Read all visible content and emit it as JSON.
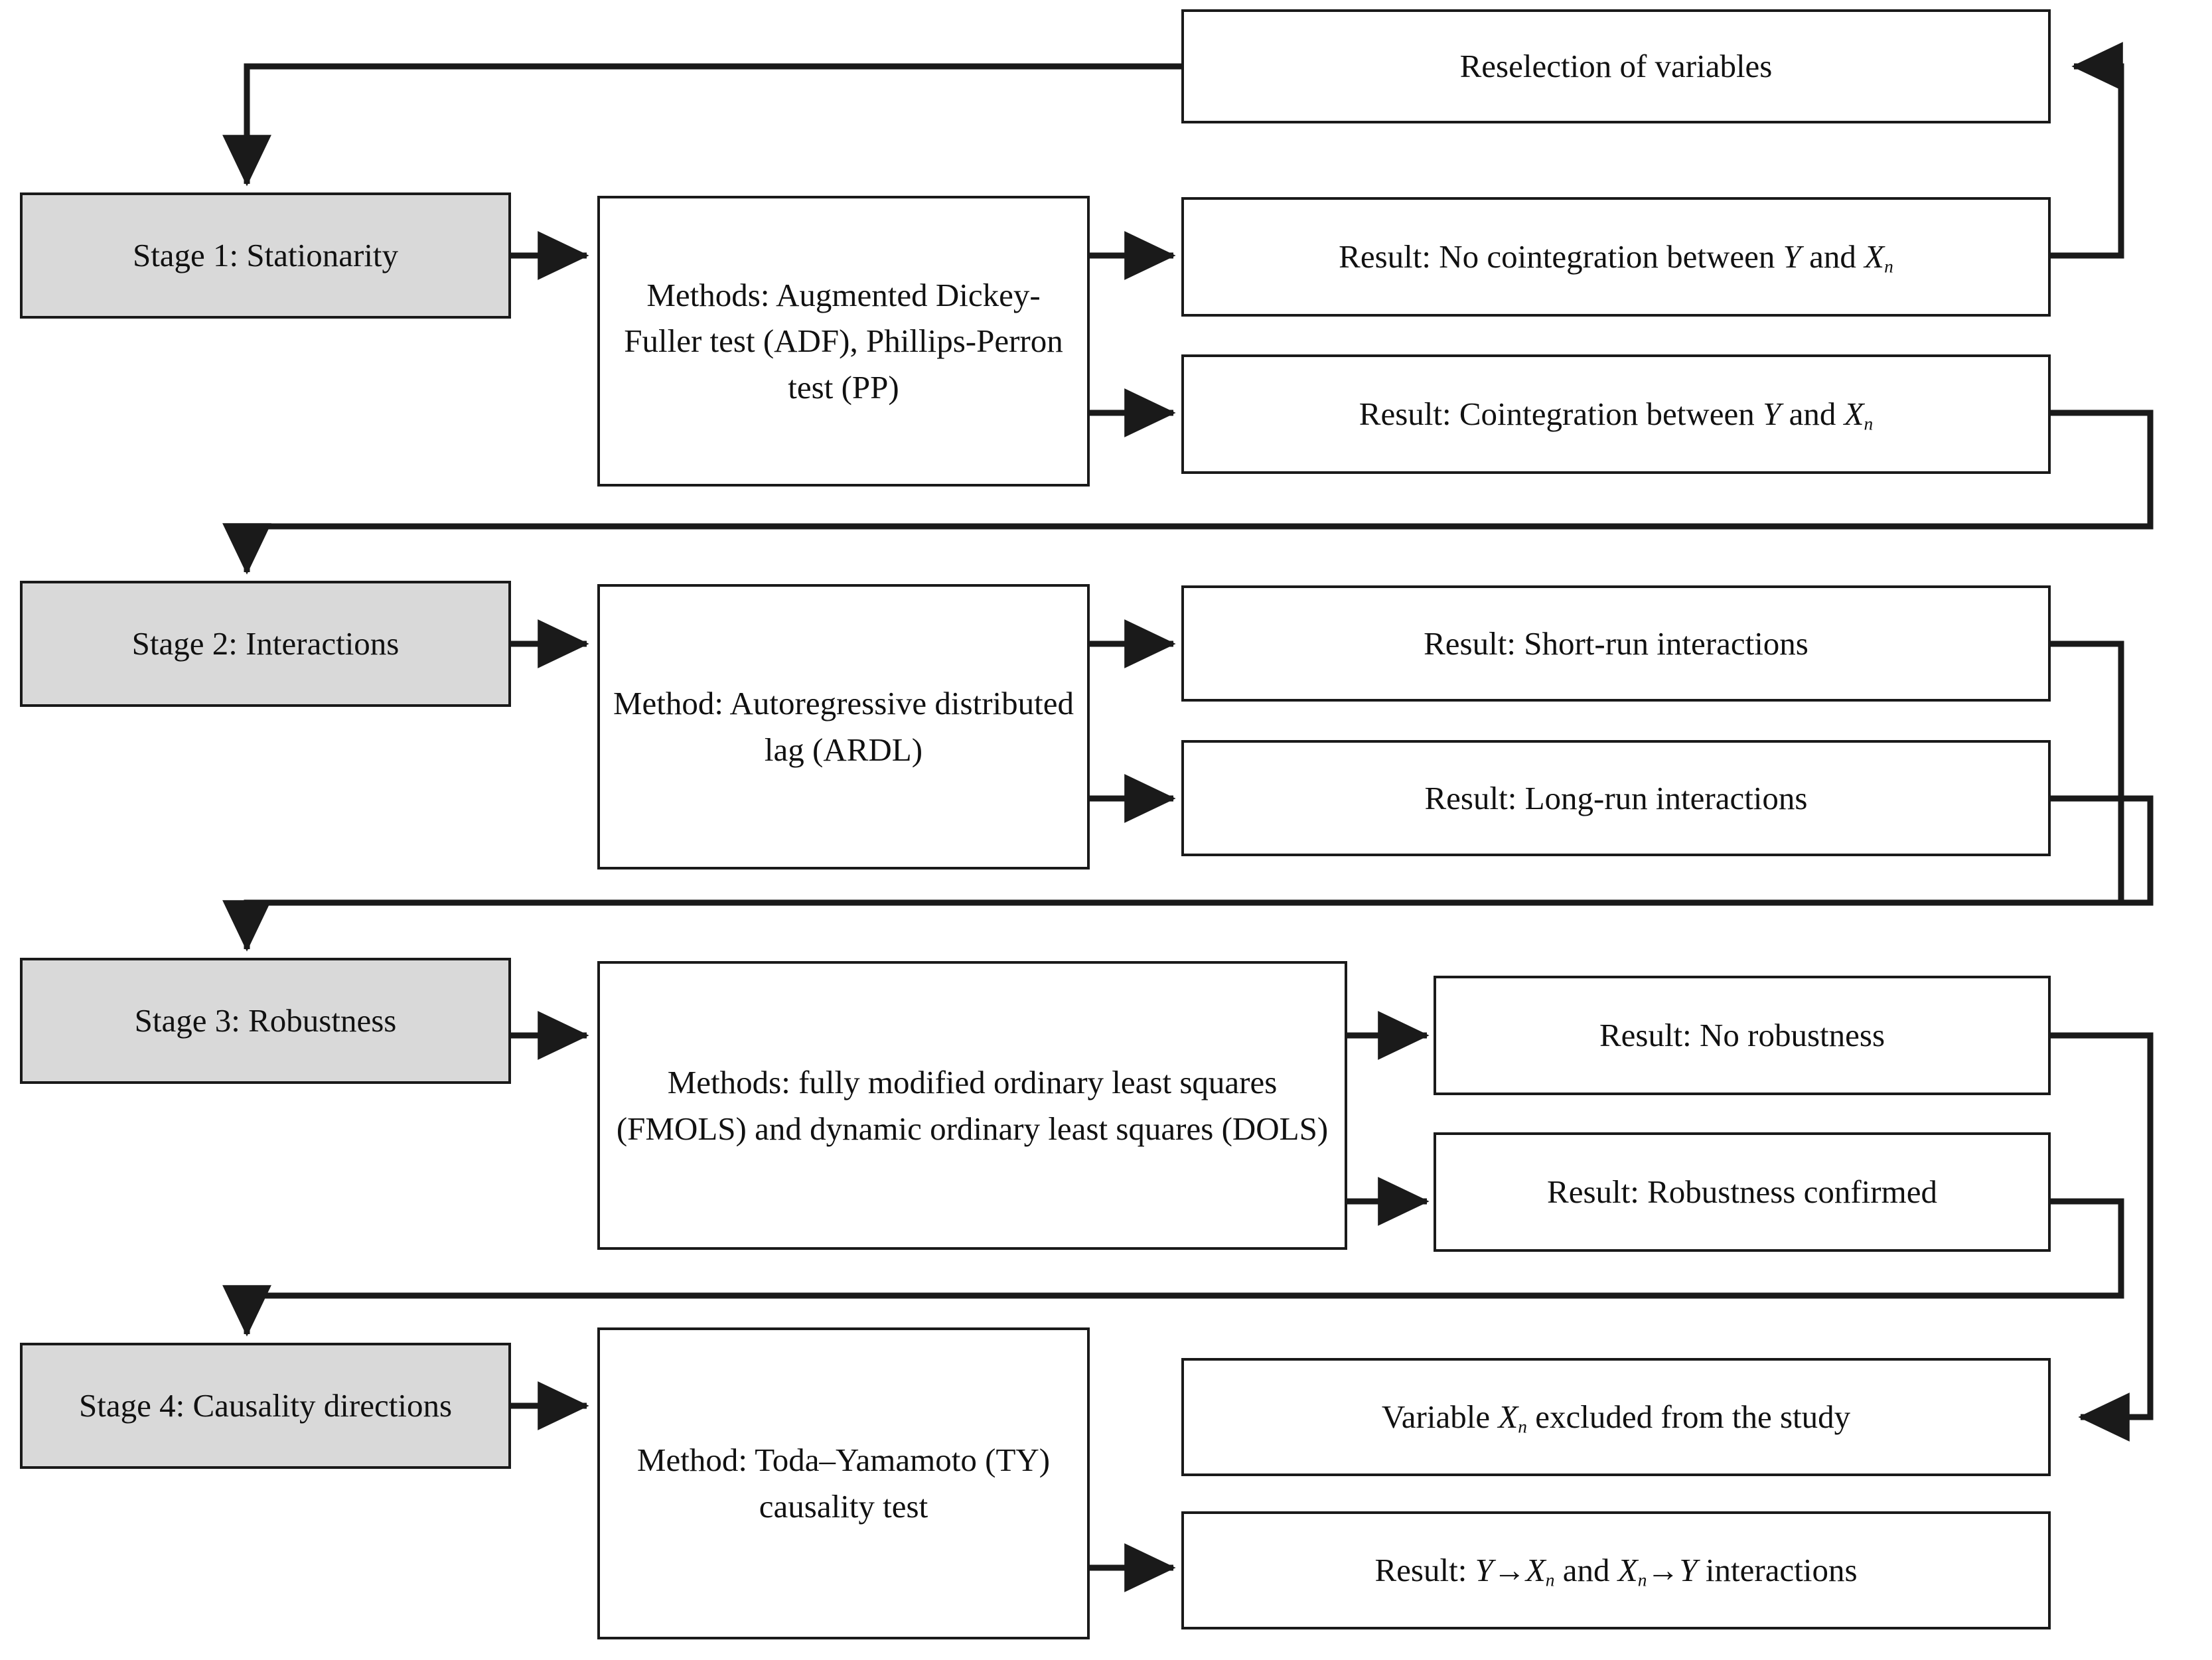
{
  "diagram": {
    "title": "Four-stage econometric analysis flowchart",
    "colors": {
      "stage_fill": "#d9d9d9",
      "node_fill": "#ffffff",
      "stroke": "#1a1a1a",
      "text": "#111111"
    },
    "top_node": {
      "label": "Reselection of variables"
    },
    "stages": [
      {
        "id": "stage-1",
        "stage_label": "Stage 1: Stationarity",
        "method_label": "Methods: Augmented Dickey-Fuller test (ADF), Phillips-Perron test (PP)",
        "results": [
          {
            "id": "result-no-cointegration",
            "label_prefix": "Result: No cointegration between ",
            "var1": "Y",
            "mid": " and ",
            "var2": "X",
            "sub2": "n",
            "label_suffix": ""
          },
          {
            "id": "result-cointegration",
            "label_prefix": "Result: Cointegration between ",
            "var1": "Y",
            "mid": " and ",
            "var2": "X",
            "sub2": "n",
            "label_suffix": ""
          }
        ]
      },
      {
        "id": "stage-2",
        "stage_label": "Stage 2: Interactions",
        "method_label": "Method: Autoregressive distributed lag (ARDL)",
        "results": [
          {
            "id": "result-short-run",
            "label": "Result: Short-run interactions"
          },
          {
            "id": "result-long-run",
            "label": "Result: Long-run interactions"
          }
        ]
      },
      {
        "id": "stage-3",
        "stage_label": "Stage 3: Robustness",
        "method_label": "Methods: fully modified ordinary least squares (FMOLS) and dynamic ordinary least squares (DOLS)",
        "results": [
          {
            "id": "result-no-robustness",
            "label": "Result: No robustness"
          },
          {
            "id": "result-robustness-confirmed",
            "label": "Result: Robustness confirmed"
          }
        ]
      },
      {
        "id": "stage-4",
        "stage_label": "Stage 4: Causality directions",
        "method_label": "Method: Toda–Yamamoto (TY) causality test",
        "results": [
          {
            "id": "result-variable-excluded",
            "label_prefix": "Variable ",
            "var2": "X",
            "sub2": "n",
            "label_suffix": " excluded from the study"
          },
          {
            "id": "result-causality-directions",
            "label_prefix": "Result: ",
            "var1": "Y",
            "arrow1": "→",
            "var2": "X",
            "sub2": "n",
            "mid": " and ",
            "var3": "X",
            "sub3": "n",
            "arrow2": "→",
            "var4": "Y",
            "label_suffix": " interactions"
          }
        ]
      }
    ]
  }
}
